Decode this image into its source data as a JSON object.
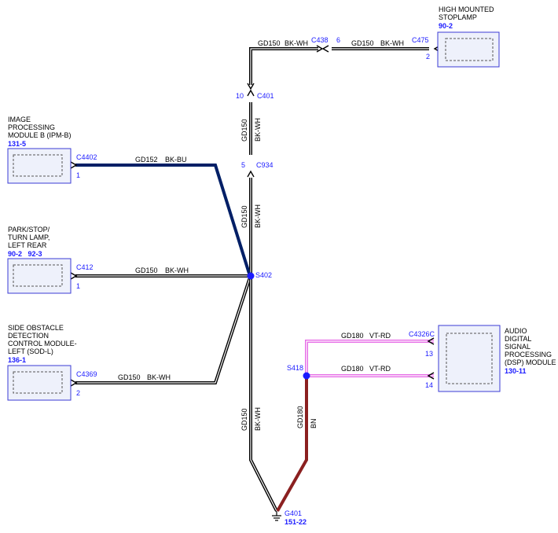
{
  "modules": {
    "stoplamp": {
      "name_lines": [
        "HIGH MOUNTED",
        "STOPLAMP"
      ],
      "ref": "90-2",
      "connector": "C475",
      "pin": "2"
    },
    "ipm": {
      "name_lines": [
        "IMAGE",
        "PROCESSING",
        "MODULE B (IPM-B)"
      ],
      "ref": "131-5",
      "connector": "C4402",
      "pin": "1"
    },
    "park": {
      "name_lines": [
        "PARK/STOP/",
        "TURN LAMP,",
        "LEFT REAR"
      ],
      "ref": "90-2   92-3",
      "connector": "C412",
      "pin": "1"
    },
    "sod": {
      "name_lines": [
        "SIDE OBSTACLE",
        "DETECTION",
        "CONTROL MODULE-",
        "LEFT (SOD-L)"
      ],
      "ref": "136-1",
      "connector": "C4369",
      "pin": "2"
    },
    "dsp": {
      "name_lines": [
        "AUDIO",
        "DIGITAL",
        "SIGNAL",
        "PROCESSING",
        "(DSP) MODULE"
      ],
      "ref": "130-11",
      "connector": "C4326C",
      "pin_top": "13",
      "pin_bottom": "14"
    }
  },
  "inline": {
    "c438": {
      "connector": "C438",
      "pin": "6"
    },
    "c401": {
      "connector": "C401",
      "pin": "10"
    },
    "c934": {
      "connector": "C934",
      "pin": "5"
    }
  },
  "splices": {
    "s402": "S402",
    "s418": "S418"
  },
  "ground": {
    "name": "G401",
    "ref": "151-22"
  },
  "wires": {
    "top_left": {
      "circuit": "GD150",
      "color": "BK-WH"
    },
    "top_right": {
      "circuit": "GD150",
      "color": "BK-WH"
    },
    "vertical_top": {
      "circuit": "GD150",
      "color": "BK-WH"
    },
    "vertical_mid": {
      "circuit": "GD150",
      "color": "BK-WH"
    },
    "ipm": {
      "circuit": "GD152",
      "color": "BK-BU"
    },
    "park": {
      "circuit": "GD150",
      "color": "BK-WH"
    },
    "sod": {
      "circuit": "GD150",
      "color": "BK-WH"
    },
    "dsp_top": {
      "circuit": "GD180",
      "color": "VT-RD"
    },
    "dsp_bottom": {
      "circuit": "GD180",
      "color": "VT-RD"
    },
    "ground_main": {
      "circuit": "GD150",
      "color": "BK-WH"
    },
    "ground_bn": {
      "circuit": "GD180",
      "color": "BN"
    }
  },
  "colors": {
    "bk_wh": "#000000",
    "bk_bu": "#001f66",
    "vt_rd": "#e66be6",
    "bn": "#8b2020",
    "splice": "#1a1aff",
    "label_blue": "#1a1aff"
  }
}
